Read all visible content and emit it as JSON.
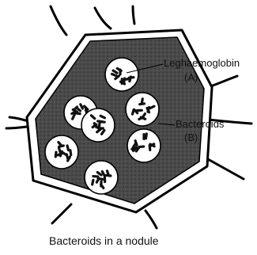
{
  "labels": {
    "leghaemoglobin": "Leghaemoglobin",
    "leghaemoglobin_code": "(A)",
    "bacteroids": "Bacteroids",
    "bacteroids_code": "(B)"
  },
  "caption": "Bacteroids in a nodule",
  "colors": {
    "cell_fill": "#4a4a4a",
    "outline": "#000000",
    "bacteroid_fill": "#ffffff"
  }
}
